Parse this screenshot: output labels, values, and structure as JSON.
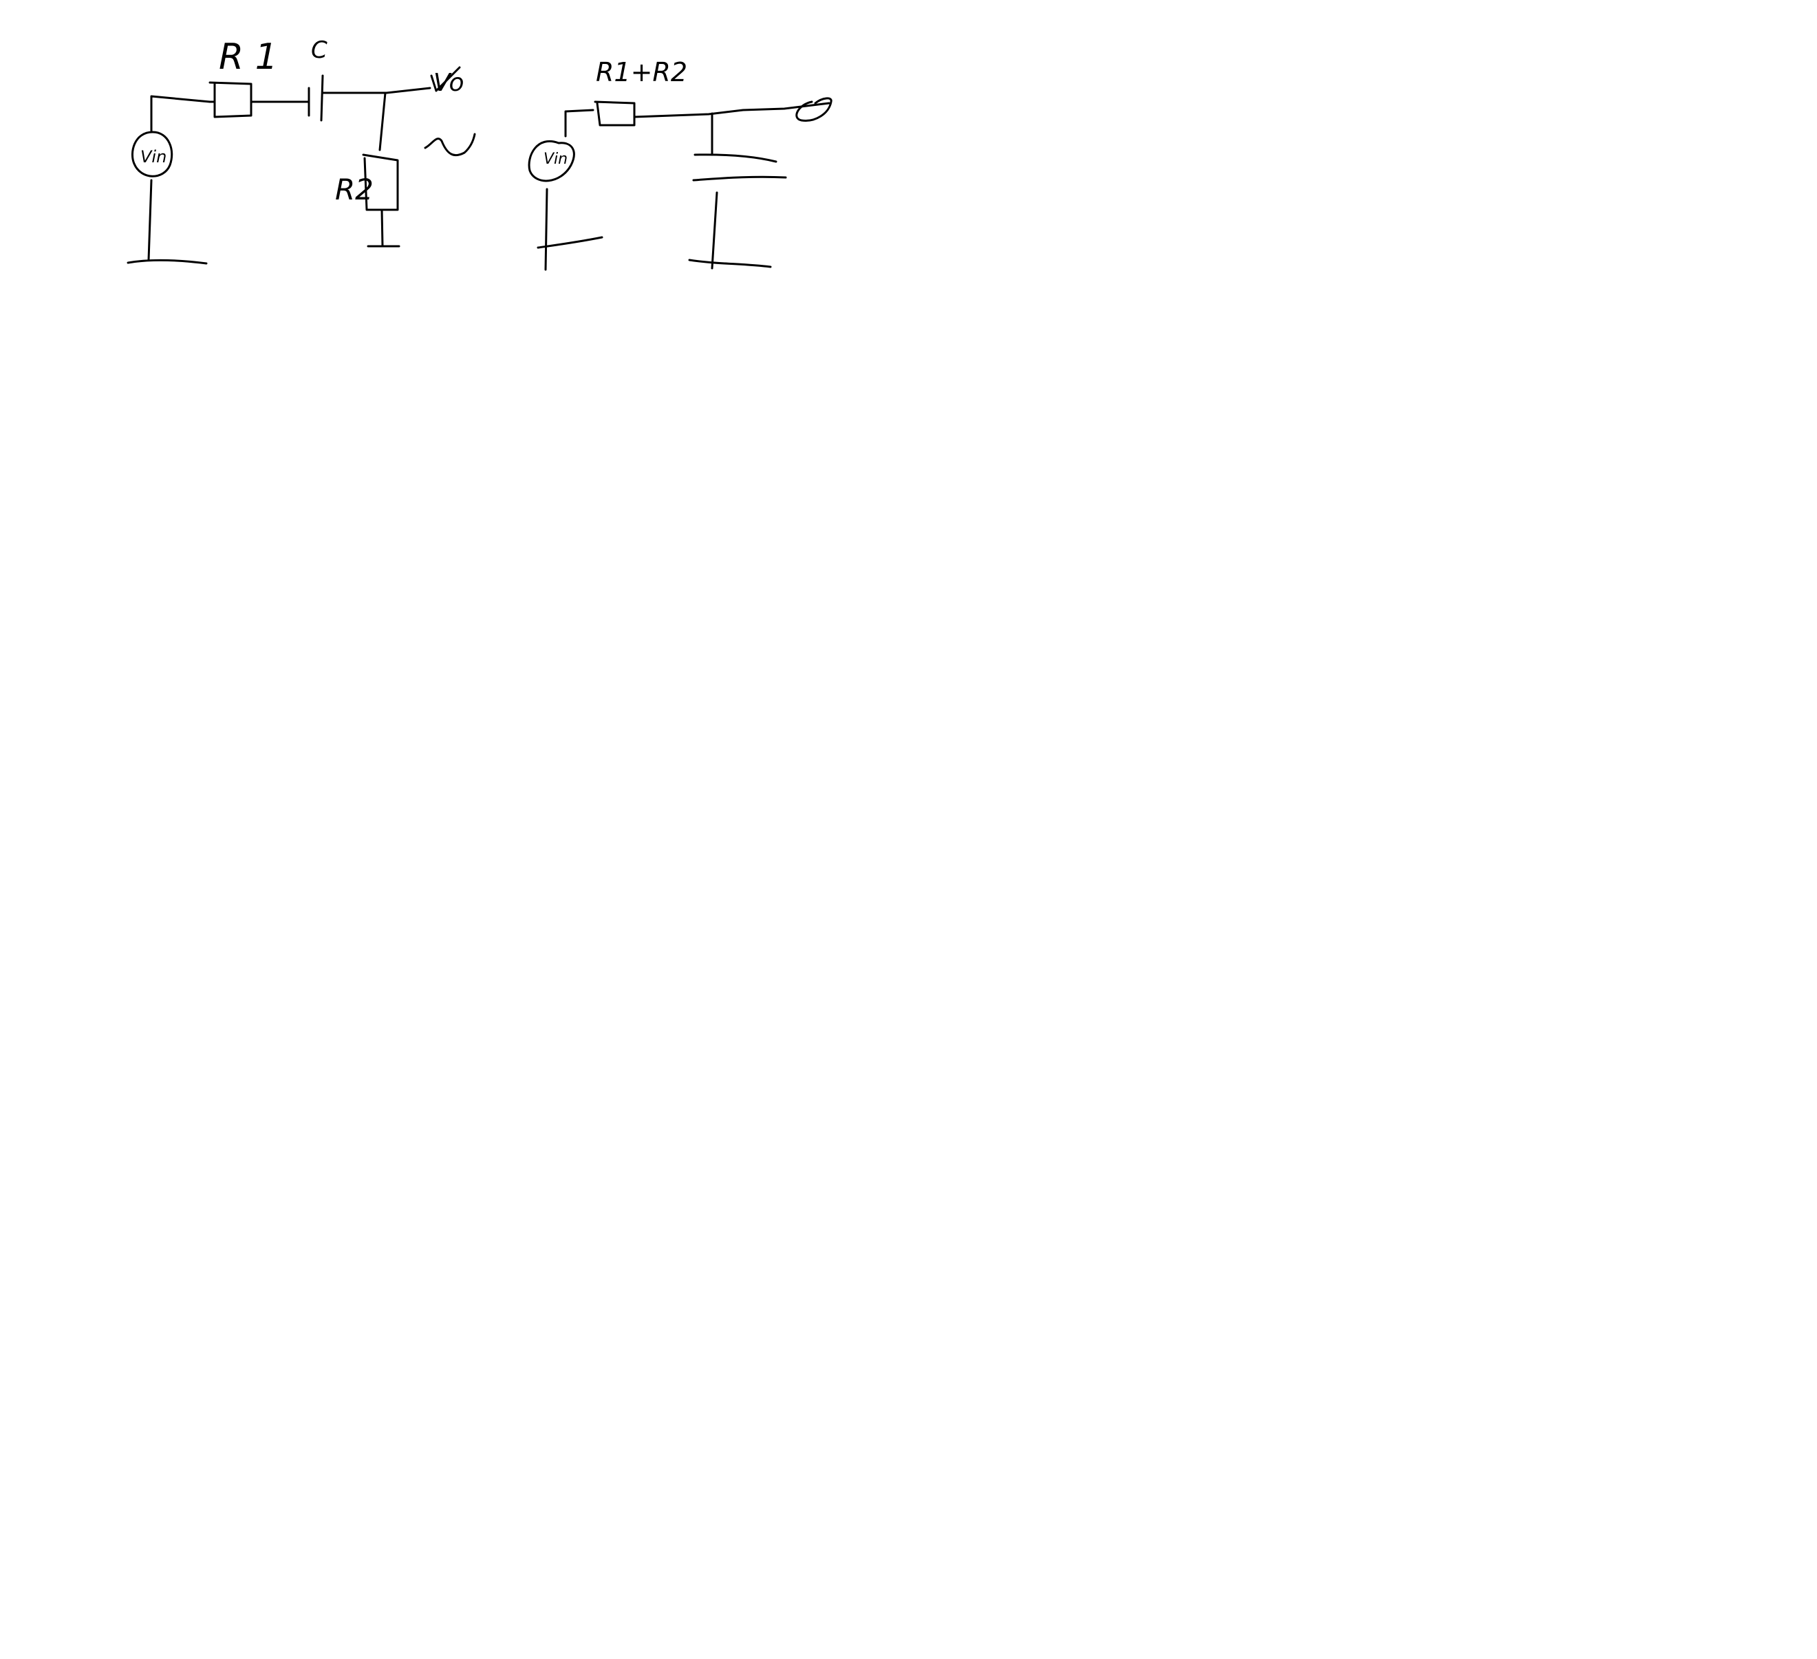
{
  "diagram": {
    "circuit_left": {
      "labels": {
        "r1": "R 1",
        "c": "C",
        "vo": "Vo",
        "vin": "Vin",
        "r2": "R2"
      }
    },
    "circuit_right": {
      "labels": {
        "r_sum": "R1+R2",
        "source": "Vin"
      }
    },
    "colors": {
      "ink": "#000000",
      "background": "#ffffff"
    }
  }
}
